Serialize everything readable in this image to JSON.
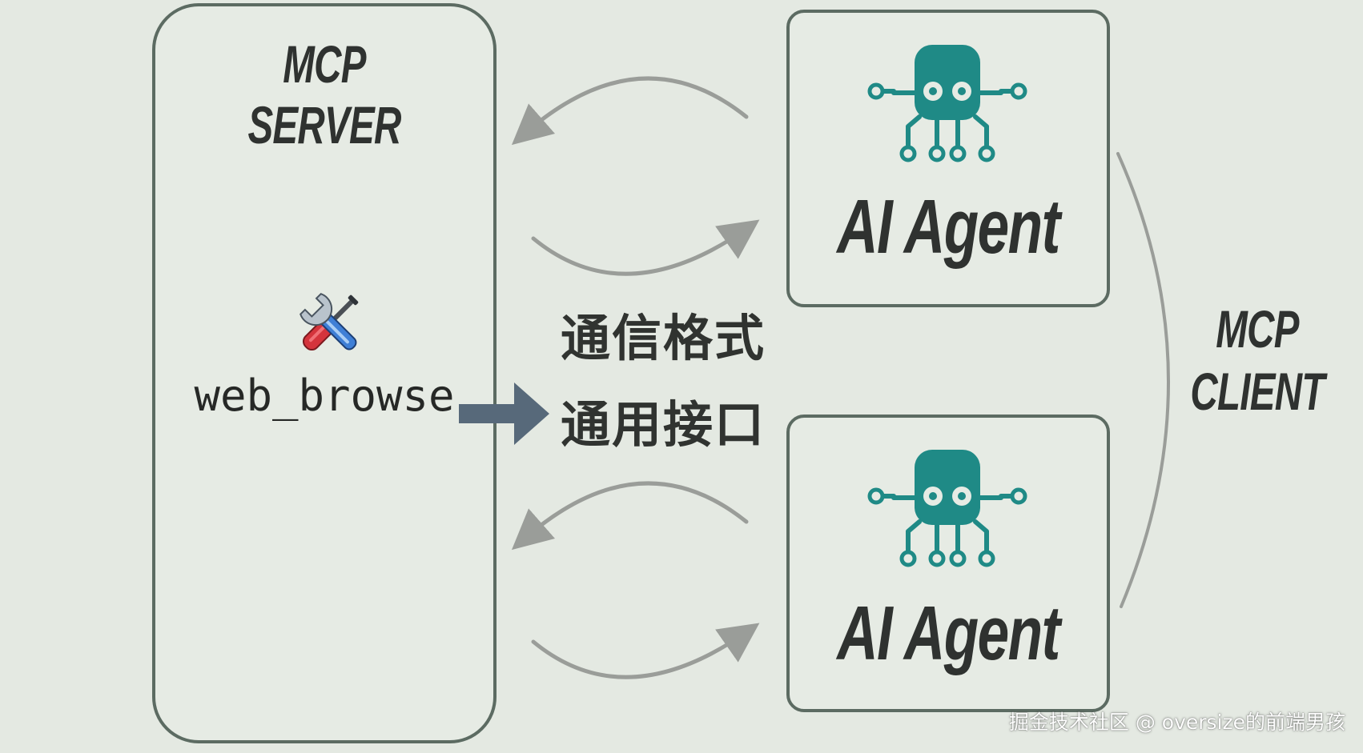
{
  "server": {
    "title_line1": "MCP",
    "title_line2": "SERVER",
    "tool_name": "web_browse",
    "tool_icon": "hammer-and-wrench-icon"
  },
  "client": {
    "title_line1": "MCP",
    "title_line2": "CLIENT"
  },
  "agents": [
    {
      "label": "AI Agent",
      "icon": "octopus-robot-icon"
    },
    {
      "label": "AI Agent",
      "icon": "octopus-robot-icon"
    }
  ],
  "middle": {
    "line1": "通信格式",
    "line2": "通用接口"
  },
  "watermark": "掘金技术社区 @ oversize的前端男孩",
  "colors": {
    "background": "#e4e9e2",
    "panel_border": "#5c6b62",
    "robot": "#1f8a86",
    "block_arrow": "#57697a",
    "curve_arrow": "#9a9d99"
  }
}
